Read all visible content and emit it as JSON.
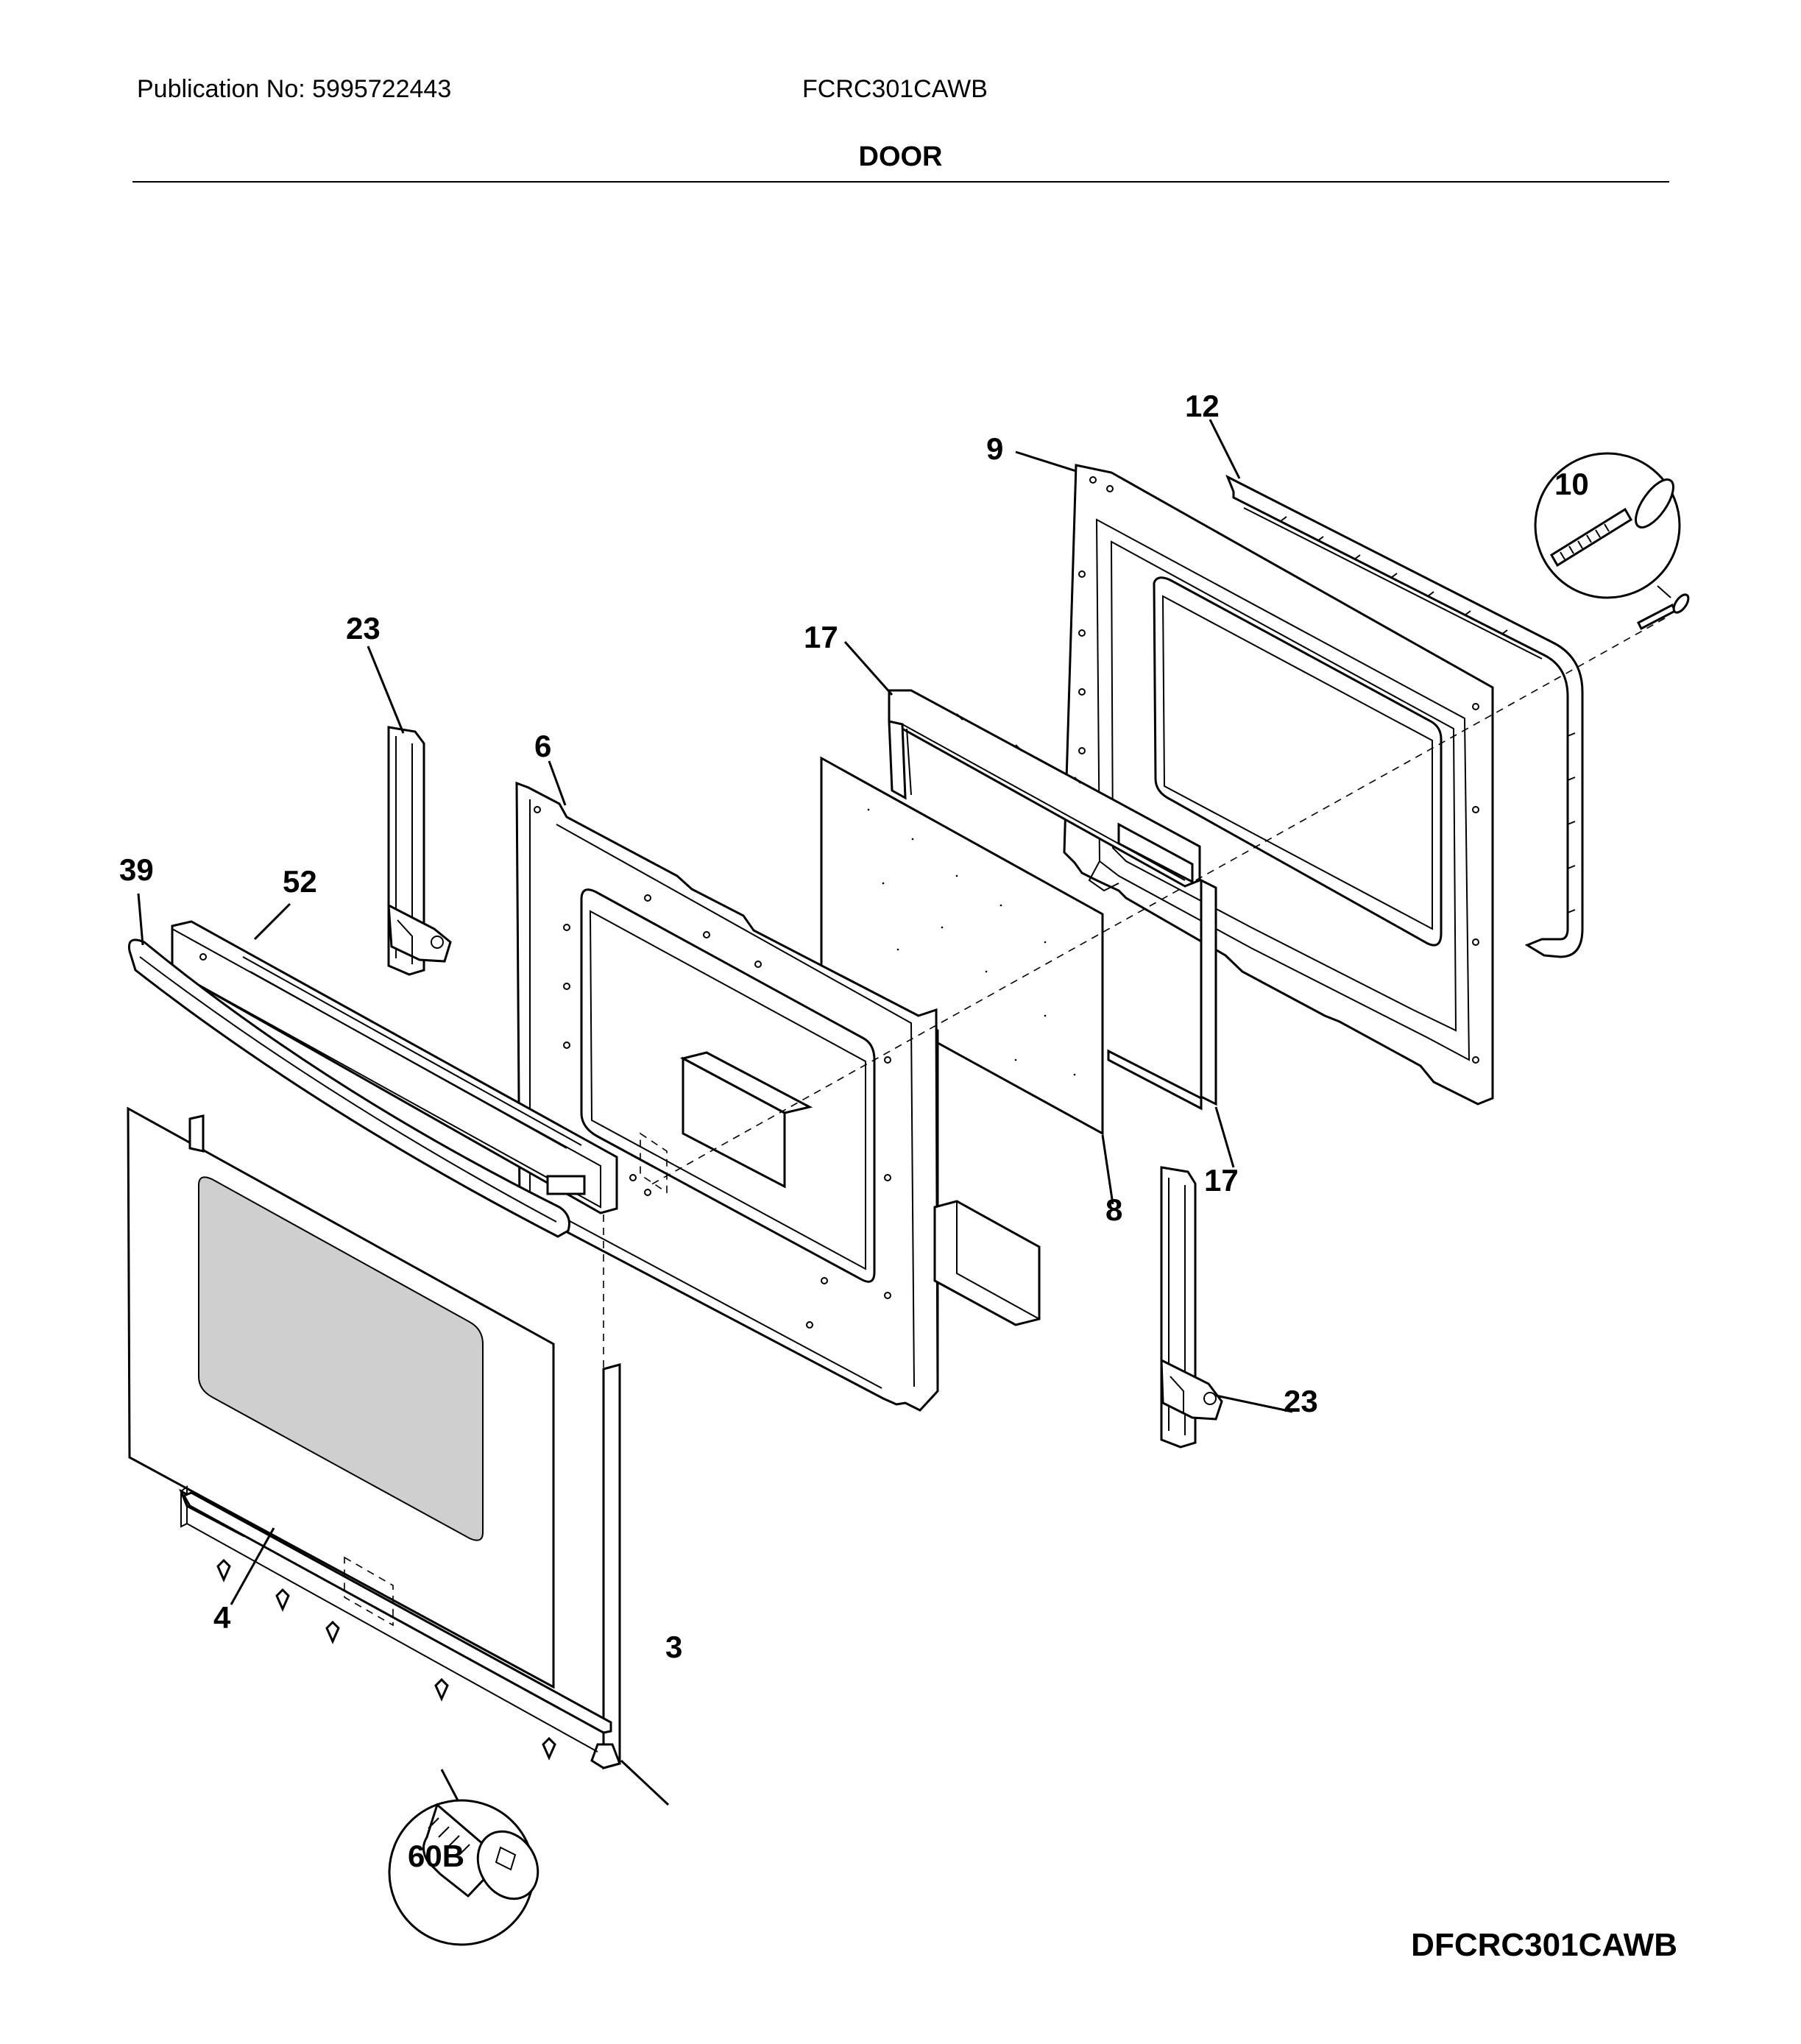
{
  "header": {
    "publication": "Publication No: 5995722443",
    "model": "FCRC301CAWB",
    "section_title": "DOOR"
  },
  "diagram_code": "DFCRC301CAWB",
  "callouts": {
    "c12": "12",
    "c9": "9",
    "c10": "10",
    "c23_top": "23",
    "c17_top": "17",
    "c6": "6",
    "c39": "39",
    "c52": "52",
    "c17_bottom": "17",
    "c8": "8",
    "c23_bottom": "23",
    "c4": "4",
    "c3": "3",
    "c60b": "60B"
  }
}
